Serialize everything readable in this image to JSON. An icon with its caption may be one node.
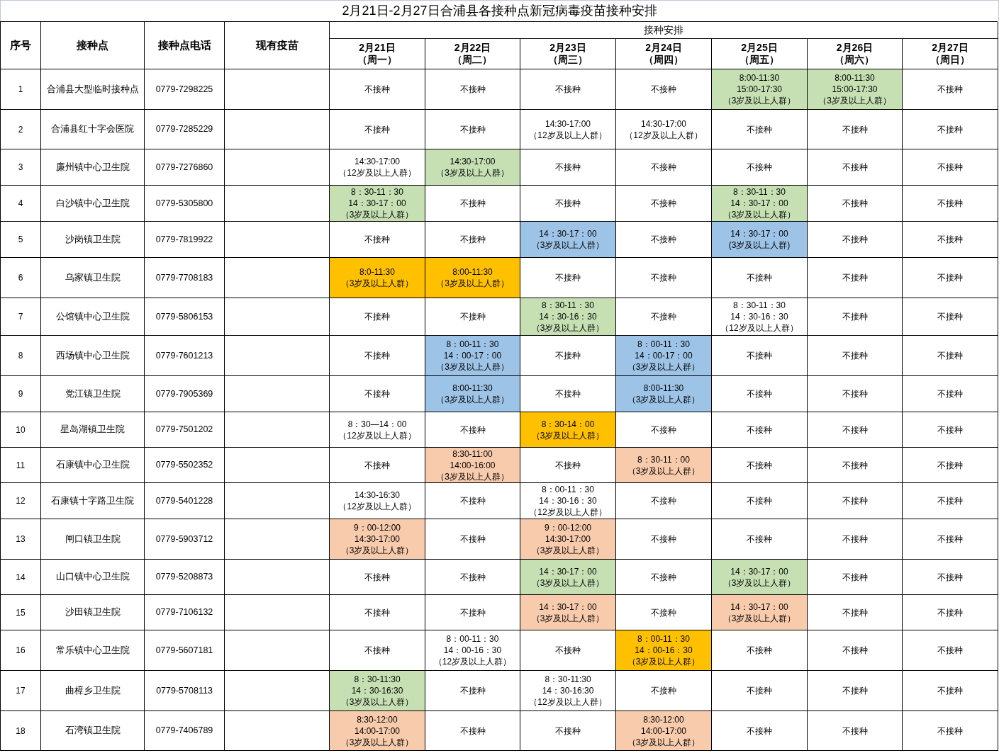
{
  "diagram": {
    "title": "2月21日-2月27日合浦县各接种点新冠病毒疫苗接种安排",
    "labels": [
      "序号",
      "接种点",
      "接种点电话",
      "现有疫苗",
      "接种安排",
      "2月21日（周一）",
      "2月22日（周二）",
      "2月23日（周三）",
      "2月24日（周四）",
      "2月25日（周五）",
      "2月26日（周六）",
      "2月27日（周日）",
      "1",
      "合浦县大型临时接种点",
      "0779-7298225",
      "不接种",
      "不接种",
      "不接种",
      "不接种",
      "8:00-11:30 15:00-17:30 （3岁及以上人群）",
      "8:00-11:30 15:00-17:30 （3岁及以上人群）",
      "不接种",
      "2",
      "合浦县红十字会医院",
      "0779-7285229",
      "不接种",
      "不接种",
      "14:30-17:00 （12岁及以上人群）",
      "14:30-17:00 （12岁及以上人群）",
      "不接种",
      "不接种",
      "不接种",
      "3",
      "廉州镇中心卫生院",
      "0779-7276860",
      "14:30-17:00 （12岁及以上人群）",
      "14:30-17:00 （3岁及以上人群）",
      "不接种",
      "不接种",
      "不接种",
      "不接种",
      "不接种",
      "4",
      "白沙镇中心卫生院",
      "0779-5305800",
      "8：30-11：30 14：30-17：00 （3岁及以上人群）",
      "不接种",
      "不接种",
      "不接种",
      "8：30-11：30 14：30-17：00 （3岁及以上人群）",
      "不接种",
      "不接种",
      "5",
      "沙岗镇卫生院",
      "0779-7819922",
      "不接种",
      "不接种",
      "14：30-17：00 （3岁及以上人群）",
      "不接种",
      "14：30-17：00 (3岁及以上人群)",
      "不接种",
      "不接种",
      "6",
      "乌家镇卫生院",
      "0779-7708183",
      "8:0-11:30 （3岁及以上人群）",
      "8:00-11:30 （3岁及以上人群）",
      "不接种",
      "不接种",
      "不接种",
      "不接种",
      "不接种",
      "7",
      "公馆镇中心卫生院",
      "0779-5806153",
      "不接种",
      "不接种",
      "8：30-11：30 14：30-16：30 （3岁及以上人群）",
      "不接种",
      "8：30-11：30 14：30-16：30 （12岁及以上人群）",
      "不接种",
      "不接种",
      "8",
      "西场镇中心卫生院",
      "0779-7601213",
      "不接种",
      "8：00-11：30 14：00-17：00 （3岁及以上人群）",
      "不接种",
      "8：00-11：30 14：00-17：00 （3岁及以上人群）",
      "不接种",
      "不接种",
      "不接种",
      "9",
      "党江镇卫生院",
      "0779-7905369",
      "不接种",
      "8:00-11:30 （3岁及以上人群）",
      "不接种",
      "8:00-11:30 （3岁及以上人群）",
      "不接种",
      "不接种",
      "不接种",
      "10",
      "星岛湖镇卫生院",
      "0779-7501202",
      "8：30—14：00 （12岁及以上人群）",
      "不接种",
      "8：30-14：00 （3岁及以上人群）",
      "不接种",
      "不接种",
      "不接种",
      "不接种",
      "11",
      "石康镇中心卫生院",
      "0779-5502352",
      "不接种",
      "8:30-11:00 14:00-16:00 （3岁及以上人群）",
      "不接种",
      "8：30-11：00 （3岁及以上人群）",
      "不接种",
      "不接种",
      "不接种",
      "12",
      "石康镇十字路卫生院",
      "0779-5401228",
      "14:30-16:30 （12岁及以上人群）",
      "不接种",
      "8：00-11：30 14：30-16：30 （12岁及以上人群）",
      "不接种",
      "不接种",
      "不接种",
      "不接种",
      "13",
      "闸口镇卫生院",
      "0779-5903712",
      "9：00-12:00 14:30-17:00 （3岁及以上人群）",
      "不接种",
      "9：00-12:00 14:30-17:00 （3岁及以上人群）",
      "不接种",
      "不接种",
      "不接种",
      "不接种",
      "14",
      "山口镇中心卫生院",
      "0779-5208873",
      "不接种",
      "不接种",
      "14：30-17：00 （3岁及以上人群）",
      "不接种",
      "14：30-17：00 （3岁及以上人群）",
      "不接种",
      "不接种",
      "15",
      "沙田镇卫生院",
      "0779-7106132",
      "不接种",
      "不接种",
      "14：30-17：00 （3岁及以上人群）",
      "不接种",
      "14：30-17：00 （3岁及以上人群）",
      "不接种",
      "不接种",
      "16",
      "常乐镇中心卫生院",
      "0779-5607181",
      "不接种",
      "8：00-11：30 14：00-16：30 （12岁及以上人群）",
      "不接种",
      "8：00-11：30 14：00-16：30 （3岁及以上人群）",
      "不接种",
      "不接种",
      "不接种",
      "17",
      "曲樟乡卫生院",
      "0779-5708113",
      "8：30-11:30 14：30-16:30 （3岁及以上人群）",
      "不接种",
      "8：30-11:30 14：30-16:30 （12岁及以上人群）",
      "不接种",
      "不接种",
      "不接种",
      "不接种",
      "18",
      "石湾镇卫生院",
      "0779-7406789",
      "8:30-12:00 14:00-17:00 （3岁及以上人群）",
      "不接种",
      "不接种",
      "8:30-12:00 14:00-17:00 （3岁及以上人群）",
      "不接种",
      "不接种",
      "不接种"
    ]
  }
}
